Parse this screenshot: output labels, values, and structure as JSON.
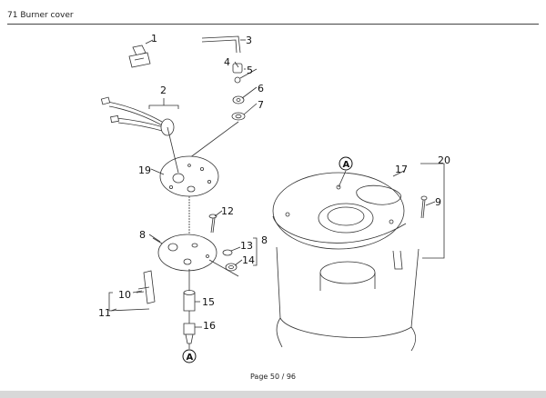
{
  "header": {
    "title": "71 Burner cover"
  },
  "callouts": [
    "1",
    "2",
    "3",
    "4",
    "5",
    "6",
    "7",
    "19",
    "12",
    "8",
    "13",
    "14",
    "8",
    "10",
    "11",
    "15",
    "16",
    "17",
    "20",
    "9"
  ],
  "reference_letter": "A",
  "footer": {
    "page": "Page 50 / 96"
  }
}
